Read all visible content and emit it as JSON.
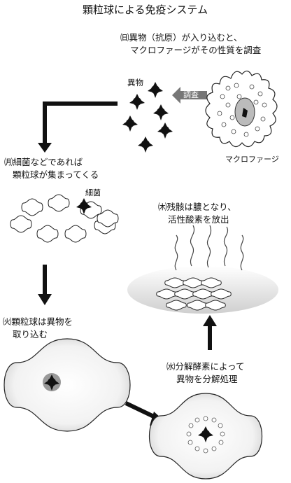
{
  "title": "顆粒球による免疫システム",
  "steps": {
    "sun": [
      "㈰異物（抗原）が入り込むと、",
      "マクロファージがその性質を調査"
    ],
    "mon": [
      "㈪細菌などであれば",
      "顆粒球が集まってくる"
    ],
    "tue": [
      "㈫顆粒球は異物を",
      "取り込む"
    ],
    "wed": [
      "㈬分解酵素によって",
      "異物を分解処理"
    ],
    "thu": [
      "㈭残骸は膿となり、",
      "活性酸素を放出"
    ]
  },
  "labels": {
    "foreign": "異物",
    "investigate": "調査",
    "macrophage": "マクロファージ",
    "bacteria": "細菌"
  }
}
